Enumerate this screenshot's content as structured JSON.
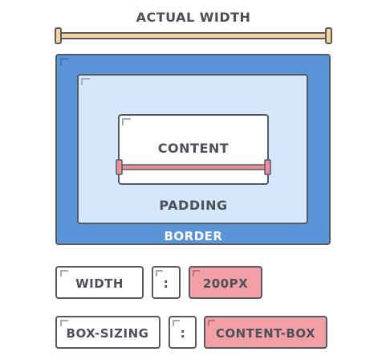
{
  "diagram": {
    "actual_width_label": "Actual width",
    "content_label": "Content",
    "padding_label": "Padding",
    "border_label": "Border",
    "rows": [
      {
        "property": "Width",
        "separator": ":",
        "value": "200px"
      },
      {
        "property": "Box-sizing",
        "separator": ":",
        "value": "content-box"
      }
    ]
  },
  "colors": {
    "outline": "#555a63",
    "border_fill": "#5a95d9",
    "padding_fill": "#d5e7fb",
    "content_fill": "#ffffff",
    "value_fill": "#f2a0a6",
    "content_width_bar": "#e88f99",
    "actual_width_bar": "#f5d59e",
    "label_text": "#4d5058",
    "border_label_text": "#ffffff"
  }
}
